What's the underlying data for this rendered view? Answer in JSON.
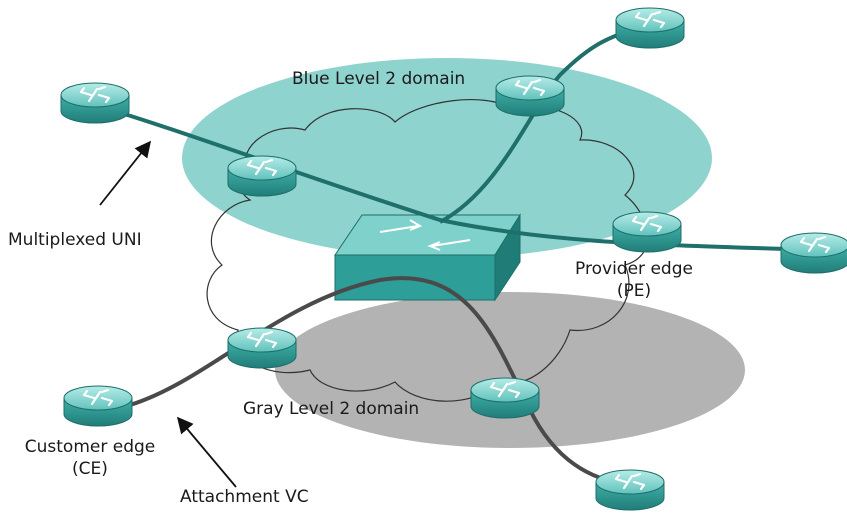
{
  "labels": {
    "blue_domain": "Blue Level 2 domain",
    "gray_domain": "Gray Level 2 domain",
    "multiplexed_uni": "Multiplexed UNI",
    "provider_edge_line1": "Provider edge",
    "provider_edge_line2": "(PE)",
    "customer_edge_line1": "Customer edge",
    "customer_edge_line2": "(CE)",
    "attachment_vc": "Attachment VC"
  },
  "colors": {
    "blue_domain_fill": "#8fd3cf",
    "gray_domain_fill": "#b3b3b3",
    "device_teal": "#2e9e98",
    "device_teal_light": "#7fd1cc",
    "teal_link": "#1f6f6a",
    "dark_link": "#4a4a4a",
    "cloud_line": "#333333"
  },
  "icons": {
    "router": "router-icon",
    "switch": "switch-icon"
  }
}
